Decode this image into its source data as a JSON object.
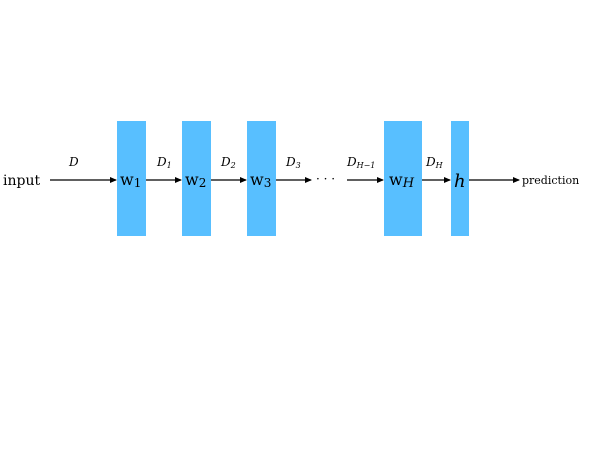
{
  "diagram": {
    "input_label": "input",
    "output_label": "prediction",
    "ellipsis": "· · ·",
    "arrow_labels": [
      {
        "main": "D",
        "sub": ""
      },
      {
        "main": "D",
        "sub": "1"
      },
      {
        "main": "D",
        "sub": "2"
      },
      {
        "main": "D",
        "sub": "3"
      },
      {
        "main": "D",
        "sub": "H−1"
      },
      {
        "main": "D",
        "sub": "H"
      }
    ],
    "layers": [
      {
        "main": "w",
        "sub": "1"
      },
      {
        "main": "w",
        "sub": "2"
      },
      {
        "main": "w",
        "sub": "3"
      },
      {
        "main": "w",
        "sub": "H"
      }
    ],
    "head": {
      "label": "h"
    },
    "colors": {
      "block": "#58bfff",
      "line": "#000000"
    }
  }
}
